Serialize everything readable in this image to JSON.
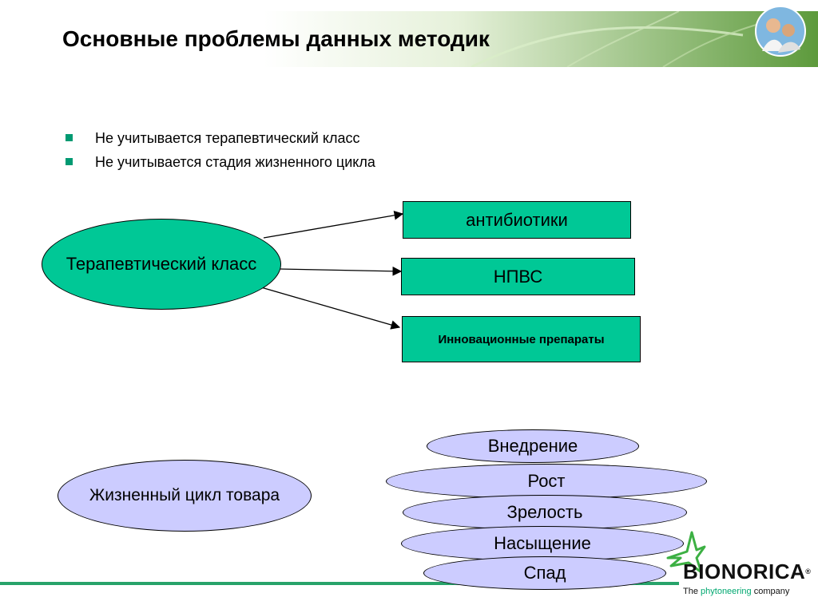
{
  "title": "Основные проблемы данных методик",
  "bullets": [
    "Не учитывается терапевтический класс",
    "Не учитывается стадия жизненного цикла"
  ],
  "therapeutic": {
    "source": "Терапевтический класс",
    "targets": [
      "антибиотики",
      "НПВС",
      "Инновационные препараты"
    ]
  },
  "lifecycle": {
    "source": "Жизненный цикл товара",
    "stages": [
      "Внедрение",
      "Рост",
      "Зрелость",
      "Насыщение",
      "Спад"
    ]
  },
  "logo": {
    "brand": "BIONORICA",
    "registered": "®",
    "tagline_pre": "The",
    "tagline_highlight": "phytoneering",
    "tagline_post": "company"
  },
  "colors": {
    "accent_green": "#00c896",
    "stage_violet": "#ccccff",
    "bullet_square": "#009a72",
    "footer_line": "#27a36a"
  },
  "icons": {
    "banner": "leaf-banner-image",
    "people": "people-photo-icon",
    "logo_mark": "bionorica-star-icon"
  }
}
